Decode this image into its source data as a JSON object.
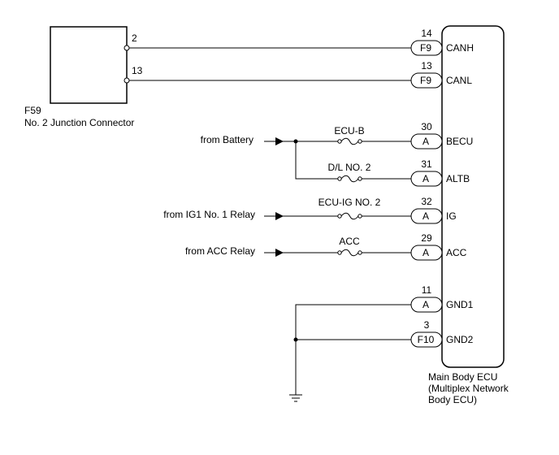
{
  "junction": {
    "code": "F59",
    "name": "No. 2 Junction Connector",
    "pins": [
      "2",
      "13"
    ]
  },
  "ecu": {
    "name_lines": [
      "Main Body ECU",
      "(Multiplex Network",
      "Body ECU)"
    ]
  },
  "ecu_pins": [
    {
      "pin": "14",
      "connector": "F9",
      "signal": "CANH"
    },
    {
      "pin": "13",
      "connector": "F9",
      "signal": "CANL"
    },
    {
      "pin": "30",
      "connector": "A",
      "signal": "BECU"
    },
    {
      "pin": "31",
      "connector": "A",
      "signal": "ALTB"
    },
    {
      "pin": "32",
      "connector": "A",
      "signal": "IG"
    },
    {
      "pin": "29",
      "connector": "A",
      "signal": "ACC"
    },
    {
      "pin": "11",
      "connector": "A",
      "signal": "GND1"
    },
    {
      "pin": "3",
      "connector": "F10",
      "signal": "GND2"
    }
  ],
  "fuses": [
    "ECU-B",
    "D/L NO. 2",
    "ECU-IG NO. 2",
    "ACC"
  ],
  "sources": [
    "from Battery",
    "from IG1 No. 1 Relay",
    "from ACC Relay"
  ]
}
